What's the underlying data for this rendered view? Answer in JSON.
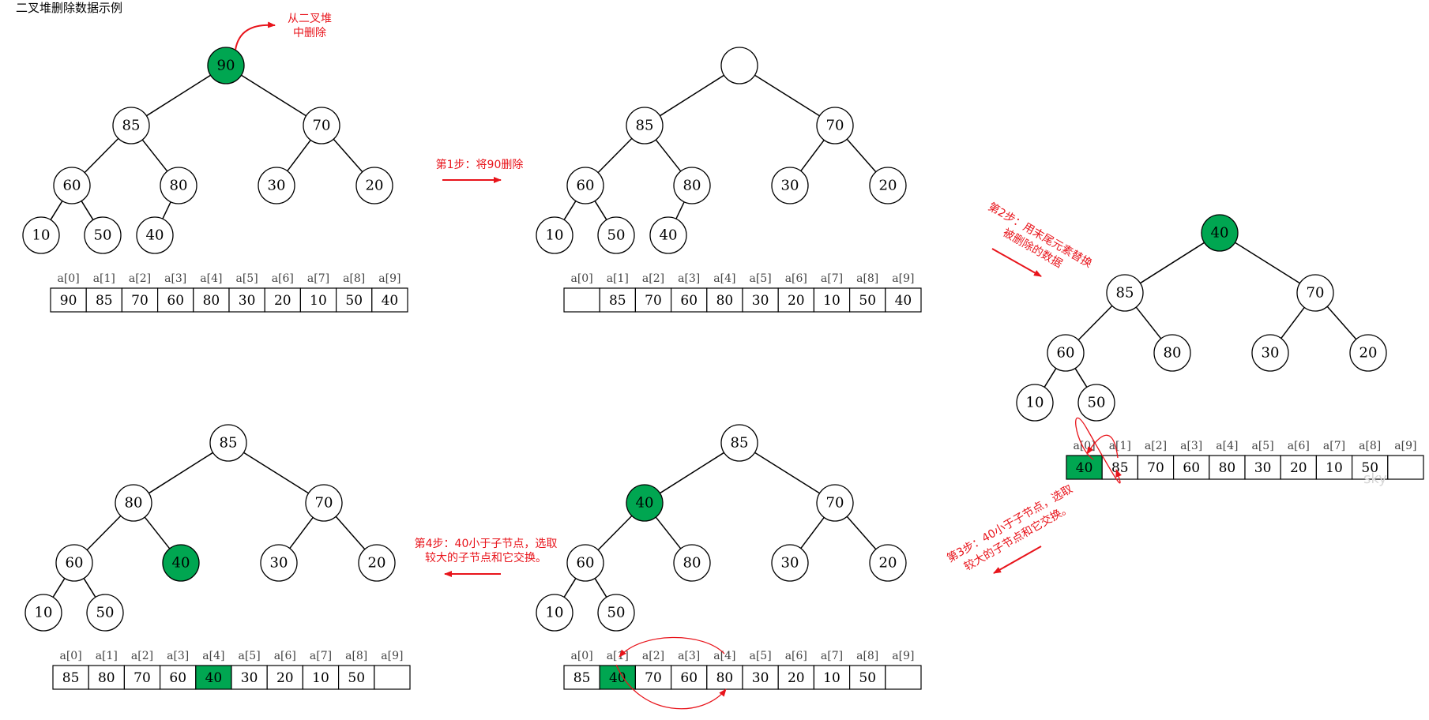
{
  "title": "二叉堆删除数据示例",
  "steps": [
    {
      "id": "initial",
      "nodes": [
        {
          "id": "n0",
          "value": "90",
          "highlight": true
        },
        {
          "id": "n1",
          "value": "85"
        },
        {
          "id": "n2",
          "value": "70"
        },
        {
          "id": "n3",
          "value": "60"
        },
        {
          "id": "n4",
          "value": "80"
        },
        {
          "id": "n5",
          "value": "30"
        },
        {
          "id": "n6",
          "value": "20"
        },
        {
          "id": "n7",
          "value": "10"
        },
        {
          "id": "n8",
          "value": "50"
        },
        {
          "id": "n9",
          "value": "40"
        }
      ],
      "array": [
        "90",
        "85",
        "70",
        "60",
        "80",
        "30",
        "20",
        "10",
        "50",
        "40"
      ],
      "array_highlight": []
    },
    {
      "id": "step1",
      "nodes": [
        {
          "id": "n0",
          "value": ""
        },
        {
          "id": "n1",
          "value": "85"
        },
        {
          "id": "n2",
          "value": "70"
        },
        {
          "id": "n3",
          "value": "60"
        },
        {
          "id": "n4",
          "value": "80"
        },
        {
          "id": "n5",
          "value": "30"
        },
        {
          "id": "n6",
          "value": "20"
        },
        {
          "id": "n7",
          "value": "10"
        },
        {
          "id": "n8",
          "value": "50"
        },
        {
          "id": "n9",
          "value": "40"
        }
      ],
      "array": [
        "",
        "85",
        "70",
        "60",
        "80",
        "30",
        "20",
        "10",
        "50",
        "40"
      ],
      "array_highlight": []
    },
    {
      "id": "step2",
      "nodes": [
        {
          "id": "n0",
          "value": "40",
          "highlight": true
        },
        {
          "id": "n1",
          "value": "85"
        },
        {
          "id": "n2",
          "value": "70"
        },
        {
          "id": "n3",
          "value": "60"
        },
        {
          "id": "n4",
          "value": "80"
        },
        {
          "id": "n5",
          "value": "30"
        },
        {
          "id": "n6",
          "value": "20"
        },
        {
          "id": "n7",
          "value": "10"
        },
        {
          "id": "n8",
          "value": "50"
        }
      ],
      "array": [
        "40",
        "85",
        "70",
        "60",
        "80",
        "30",
        "20",
        "10",
        "50",
        ""
      ],
      "array_highlight": [
        0
      ]
    },
    {
      "id": "step3",
      "nodes": [
        {
          "id": "n0",
          "value": "85"
        },
        {
          "id": "n1",
          "value": "40",
          "highlight": true
        },
        {
          "id": "n2",
          "value": "70"
        },
        {
          "id": "n3",
          "value": "60"
        },
        {
          "id": "n4",
          "value": "80"
        },
        {
          "id": "n5",
          "value": "30"
        },
        {
          "id": "n6",
          "value": "20"
        },
        {
          "id": "n7",
          "value": "10"
        },
        {
          "id": "n8",
          "value": "50"
        }
      ],
      "array": [
        "85",
        "40",
        "70",
        "60",
        "80",
        "30",
        "20",
        "10",
        "50",
        ""
      ],
      "array_highlight": [
        1
      ]
    },
    {
      "id": "step4",
      "nodes": [
        {
          "id": "n0",
          "value": "85"
        },
        {
          "id": "n1",
          "value": "80"
        },
        {
          "id": "n2",
          "value": "70"
        },
        {
          "id": "n3",
          "value": "60"
        },
        {
          "id": "n4",
          "value": "40",
          "highlight": true
        },
        {
          "id": "n5",
          "value": "30"
        },
        {
          "id": "n6",
          "value": "20"
        },
        {
          "id": "n7",
          "value": "10"
        },
        {
          "id": "n8",
          "value": "50"
        }
      ],
      "array": [
        "85",
        "80",
        "70",
        "60",
        "40",
        "30",
        "20",
        "10",
        "50",
        ""
      ],
      "array_highlight": [
        4
      ]
    }
  ],
  "edges": [
    [
      "n0",
      "n1"
    ],
    [
      "n0",
      "n2"
    ],
    [
      "n1",
      "n3"
    ],
    [
      "n1",
      "n4"
    ],
    [
      "n2",
      "n5"
    ],
    [
      "n2",
      "n6"
    ],
    [
      "n3",
      "n7"
    ],
    [
      "n3",
      "n8"
    ],
    [
      "n4",
      "n9"
    ]
  ],
  "index_labels": [
    "a[0]",
    "a[1]",
    "a[2]",
    "a[3]",
    "a[4]",
    "a[5]",
    "a[6]",
    "a[7]",
    "a[8]",
    "a[9]"
  ],
  "annotations": {
    "remove_from_heap": [
      "从二叉堆",
      "中删除"
    ],
    "step1": "第1步：将90删除",
    "step2": [
      "第2步：用末尾元素替换",
      "被删除的数据"
    ],
    "step3": [
      "第3步：40小于子节点，选取",
      "较大的子节点和它交换。"
    ],
    "step4": [
      "第4步：40小于子节点，选取",
      "较大的子节点和它交换。"
    ]
  },
  "watermark": "sky",
  "colors": {
    "highlight": "#00a651",
    "annotation": "#e8141b"
  }
}
